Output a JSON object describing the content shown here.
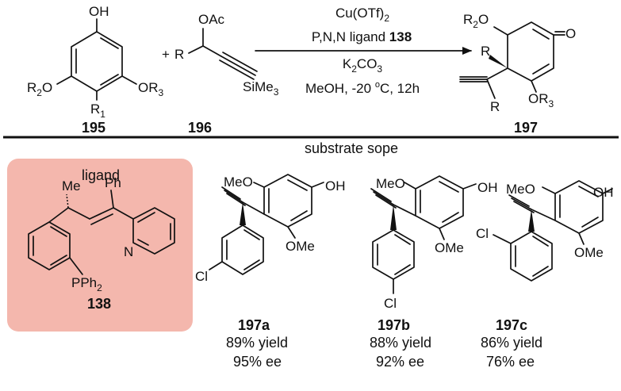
{
  "scheme": {
    "reactant_1": {
      "label": "195",
      "atoms": {
        "oh": "OH",
        "r2o": "R",
        "r2o_sub": "2",
        "r2o_o": "O",
        "or3": "OR",
        "or3_sub": "3",
        "r1": "R",
        "r1_sub": "1"
      }
    },
    "plus": "+",
    "reactant_2": {
      "label": "196",
      "atoms": {
        "oac": "OAc",
        "r": "R",
        "simes": "SiMe",
        "simes_sub": "3"
      }
    },
    "conditions": {
      "line1": "Cu(OTf)",
      "line1_sub": "2",
      "line2_prefix": "P,N,N ligand ",
      "line2_bold": "138",
      "line3": "K",
      "line3_sub": "2",
      "line3_rest": "CO",
      "line3_sub2": "3",
      "line4_pre": "MeOH, -20 ",
      "line4_sup": "o",
      "line4_post": "C, 12h"
    },
    "product": {
      "label": "197",
      "atoms": {
        "r2o": "R",
        "r2o_sub": "2",
        "r2o_o": "O",
        "o": "O",
        "r_quat": "R",
        "r_side": "R",
        "or3": "OR",
        "or3_sub": "3"
      }
    }
  },
  "ligand_panel": {
    "title": "ligand",
    "label": "138",
    "atoms": {
      "me": "Me",
      "ph": "Ph",
      "n": "N",
      "pph": "PPh",
      "pph_sub": "2"
    },
    "panel_color": "#f4b7ad"
  },
  "scope": {
    "heading": "substrate sope",
    "items": [
      {
        "id": "197a",
        "yield": "89% yield",
        "ee": "95% ee",
        "atoms": {
          "meo": "MeO",
          "oh": "OH",
          "ome": "OMe",
          "cl": "Cl"
        }
      },
      {
        "id": "197b",
        "yield": "88% yield",
        "ee": "92% ee",
        "atoms": {
          "meo": "MeO",
          "oh": "OH",
          "ome": "OMe",
          "cl": "Cl"
        }
      },
      {
        "id": "197c",
        "yield": "86% yield",
        "ee": "76% ee",
        "atoms": {
          "meo": "MeO",
          "oh": "OH",
          "ome": "OMe",
          "cl": "Cl"
        }
      }
    ]
  }
}
